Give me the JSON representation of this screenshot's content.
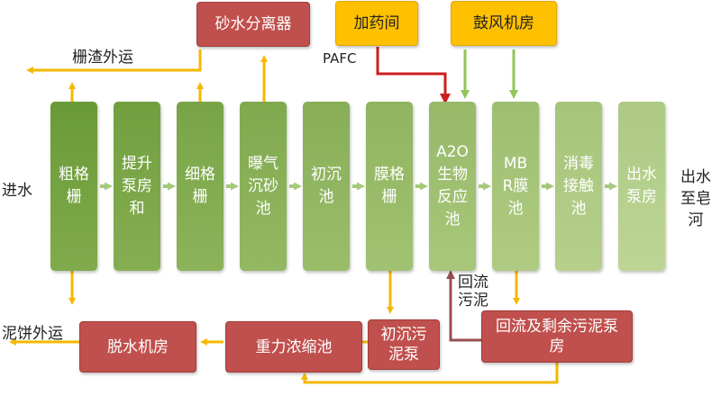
{
  "labels": {
    "inlet": "进水",
    "outlet": "出水至皂河",
    "screenings": "栅渣外运",
    "sludge_cake": "泥饼外运",
    "pafc": "PAFC",
    "return_flow": "回流污泥"
  },
  "top_boxes": {
    "grit_separator": "砂水分离器",
    "dosing_room": "加药间",
    "blower_room": "鼓风机房"
  },
  "stages": [
    "粗格栅",
    "提升泵房和",
    "细格栅",
    "曝气沉砂池",
    "初沉池",
    "膜格栅",
    "A2O生物反应池",
    "MBR膜池",
    "消毒接触池",
    "出水泵房"
  ],
  "bottom_boxes": {
    "dewatering": "脱水机房",
    "thickener": "重力浓缩池",
    "primary_sludge_pump": "初沉污泥泵",
    "return_pump": "回流及剩余污泥泵房"
  },
  "colors": {
    "stage_dark": "#6e9c3c",
    "stage_light": "#b3cf8a",
    "red_box": "#c0504d",
    "yellow_box": "#ffc000",
    "arrow_orange": "#f5b800",
    "arrow_green": "#92c659",
    "arrow_red": "#cc1f1f",
    "arrow_return": "#9a4f4f"
  }
}
